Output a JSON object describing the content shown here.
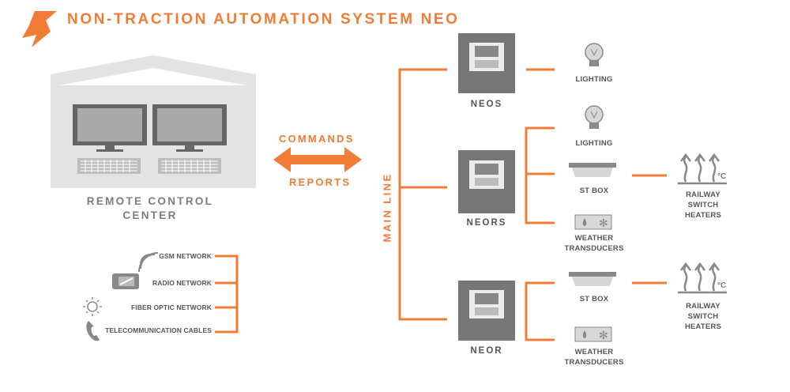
{
  "title": "NON-TRACTION AUTOMATION SYSTEM NEO",
  "remote_center": {
    "line1": "REMOTE CONTROL",
    "line2": "CENTER"
  },
  "arrow": {
    "commands": "COMMANDS",
    "reports": "REPORTS"
  },
  "main_line": "MAIN LINE",
  "controllers": {
    "neos": "NEOS",
    "neors": "NEORS",
    "neor": "NEOR"
  },
  "devices": {
    "lighting_top": "LIGHTING",
    "lighting_mid": "LIGHTING",
    "st_box_mid": "ST BOX",
    "weather_mid": [
      "WEATHER",
      "TRANSDUCERS"
    ],
    "heaters_mid": [
      "RAILWAY",
      "SWITCH",
      "HEATERS"
    ],
    "st_box_bot": "ST BOX",
    "weather_bot": [
      "WEATHER",
      "TRANSDUCERS"
    ],
    "heaters_bot": [
      "RAILWAY",
      "SWITCH",
      "HEATERS"
    ],
    "temp_unit": "°C"
  },
  "networks": [
    "GSM NETWORK",
    "RADIO NETWORK",
    "FIBER OPTIC NETWORK",
    "TELECOMMUNICATION CABLES"
  ],
  "colors": {
    "accent": "#f07c35",
    "gray": "#8a8a8a",
    "light_gray": "#e6e6e6"
  }
}
